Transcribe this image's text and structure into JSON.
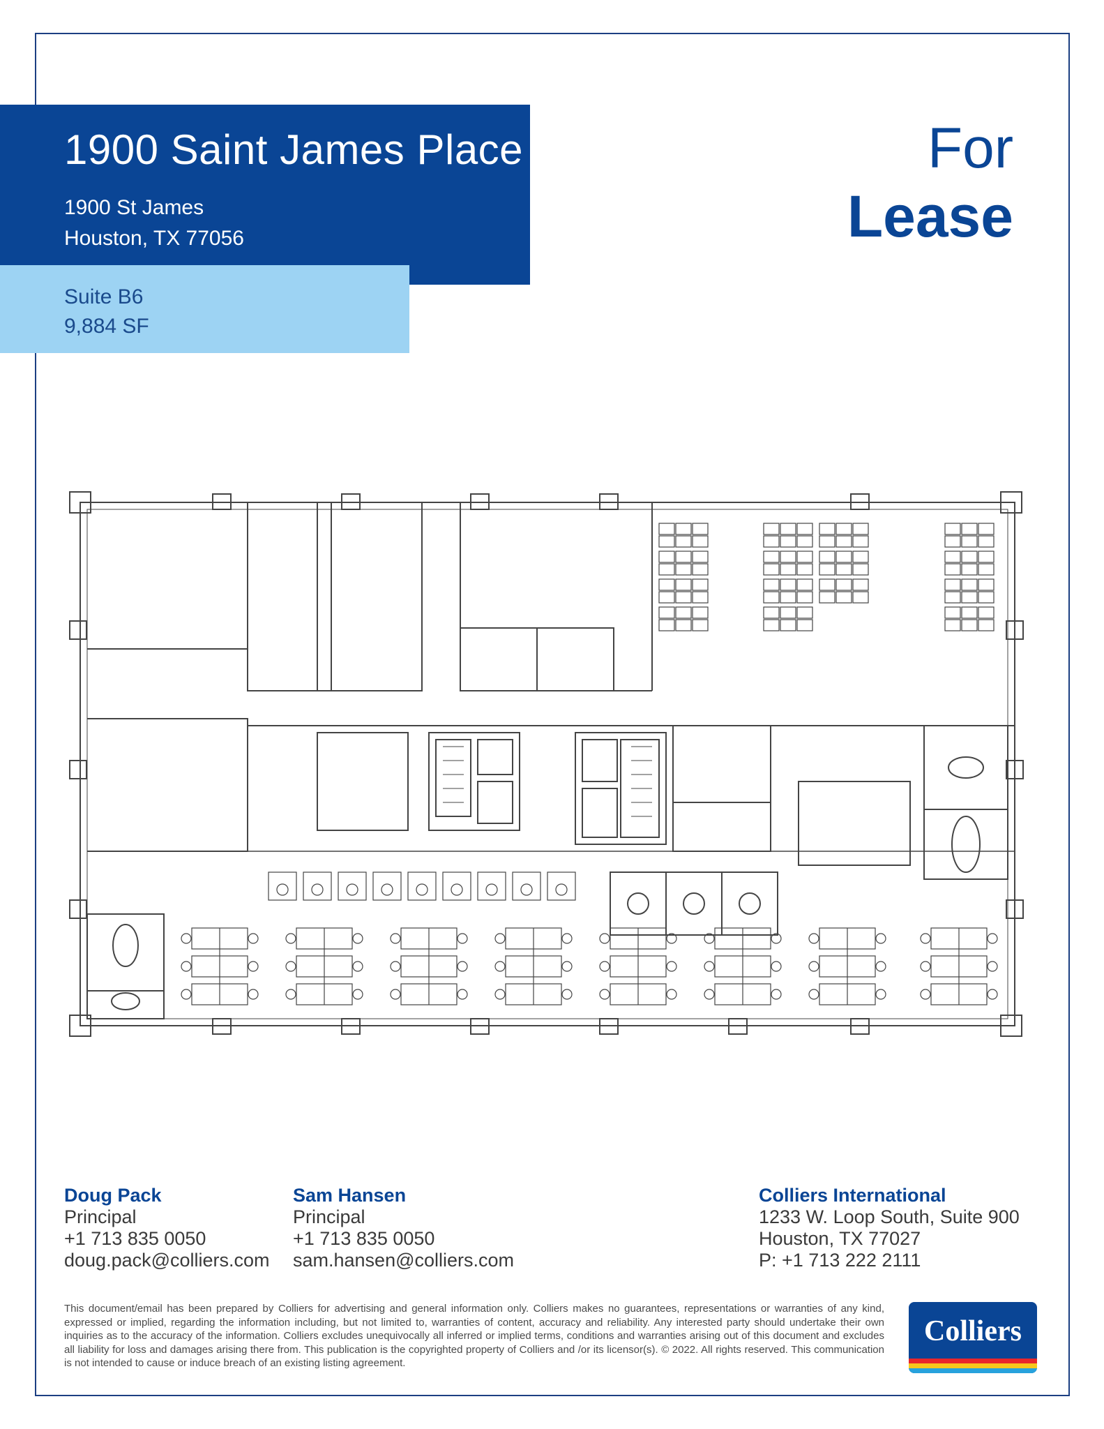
{
  "header": {
    "title": "1900 Saint James Place",
    "address_line1": "1900 St James",
    "address_line2": "Houston, TX 77056",
    "suite": "Suite B6",
    "area": "9,884 SF",
    "for_text": "For",
    "lease_text": "Lease"
  },
  "contacts": [
    {
      "name": "Doug Pack",
      "role": "Principal",
      "phone": "+1 713 835 0050",
      "email": "doug.pack@colliers.com"
    },
    {
      "name": "Sam Hansen",
      "role": "Principal",
      "phone": "+1 713 835 0050",
      "email": "sam.hansen@colliers.com"
    }
  ],
  "office": {
    "name": "Colliers International",
    "address_line1": "1233 W. Loop South, Suite 900",
    "address_line2": "Houston, TX 77027",
    "phone": "P: +1 713 222 2111"
  },
  "disclaimer": "This document/email has been prepared by Colliers for advertising and general information only. Colliers makes no guarantees, representations or warranties of any kind, expressed or implied, regarding the information including, but not limited to, warranties of content, accuracy and reliability. Any interested party should undertake their own inquiries as to the accuracy of the information. Colliers excludes unequivocally all inferred or implied terms, conditions and warranties arising out of this document and excludes all liability for loss and damages arising there from. This publication is the copyrighted property of Colliers and /or its licensor(s). © 2022. All rights reserved. This communication is not intended to cause or induce breach of an existing listing agreement.",
  "logo": {
    "text": "Colliers",
    "colors": {
      "background": "#0a4595",
      "stripe1": "#e8262b",
      "stripe2": "#f7c61d",
      "stripe3": "#27a2dd"
    }
  },
  "colors": {
    "brand_blue": "#0a4595",
    "light_blue": "#9dd3f3",
    "frame": "#1c3f82"
  }
}
